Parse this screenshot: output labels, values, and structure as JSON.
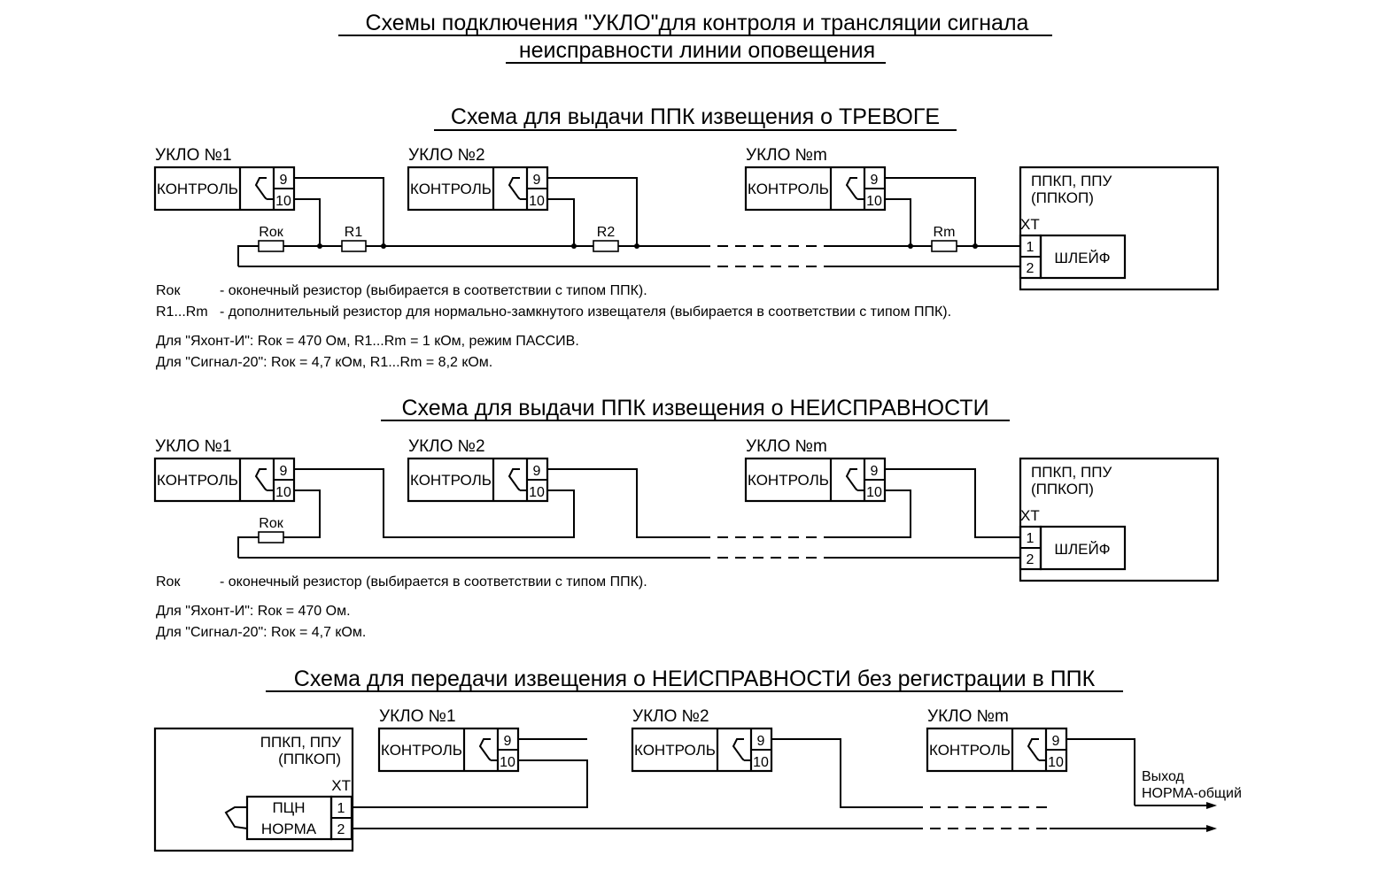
{
  "title": {
    "line1": "Схемы подключения  \"УКЛО\"для контроля и трансляции сигнала",
    "line2": "неисправности линии оповещения"
  },
  "common": {
    "kontrol": "КОНТРОЛЬ",
    "pin9": "9",
    "pin10": "10",
    "pin1": "1",
    "pin2": "2",
    "xt": "XT",
    "ppkp1": "ППКП, ППУ",
    "ppkp2": "(ППКОП)",
    "shleif": "ШЛЕЙФ",
    "uklo1": "УКЛО №1",
    "uklo2": "УКЛО №2",
    "uklom": "УКЛО №m",
    "rok": "Rок"
  },
  "section1": {
    "heading": "Схема для выдачи ППК извещения о ТРЕВОГЕ",
    "r1": "R1",
    "r2": "R2",
    "rm": "Rm",
    "notes": [
      {
        "key": "Rок",
        "text": "- оконечный резистор (выбирается в соответствии с типом ППК)."
      },
      {
        "key": "R1...Rm",
        "text": "- дополнительный резистор для нормально-замкнутого извещателя (выбирается в соответствии с типом ППК)."
      }
    ],
    "param1": "Для \"Яхонт-И\": Rок = 470 Ом, R1...Rm = 1 кОм, режим ПАССИВ.",
    "param2": "Для \"Сигнал-20\": Rок = 4,7 кОм, R1...Rm = 8,2 кОм."
  },
  "section2": {
    "heading": "Схема для выдачи ППК извещения о НЕИСПРАВНОСТИ",
    "note_key": "Rок",
    "note_text": "- оконечный резистор (выбирается в соответствии с типом ППК).",
    "param1": "Для \"Яхонт-И\": Rок = 470 Ом.",
    "param2": "Для \"Сигнал-20\": Rок = 4,7 кОм."
  },
  "section3": {
    "heading": "Схема для передачи извещения о НЕИСПРАВНОСТИ без регистрации в ППК",
    "pcn": "ПЦН",
    "norma": "НОРМА",
    "out1": "Выход",
    "out2": "НОРМА-общий"
  }
}
